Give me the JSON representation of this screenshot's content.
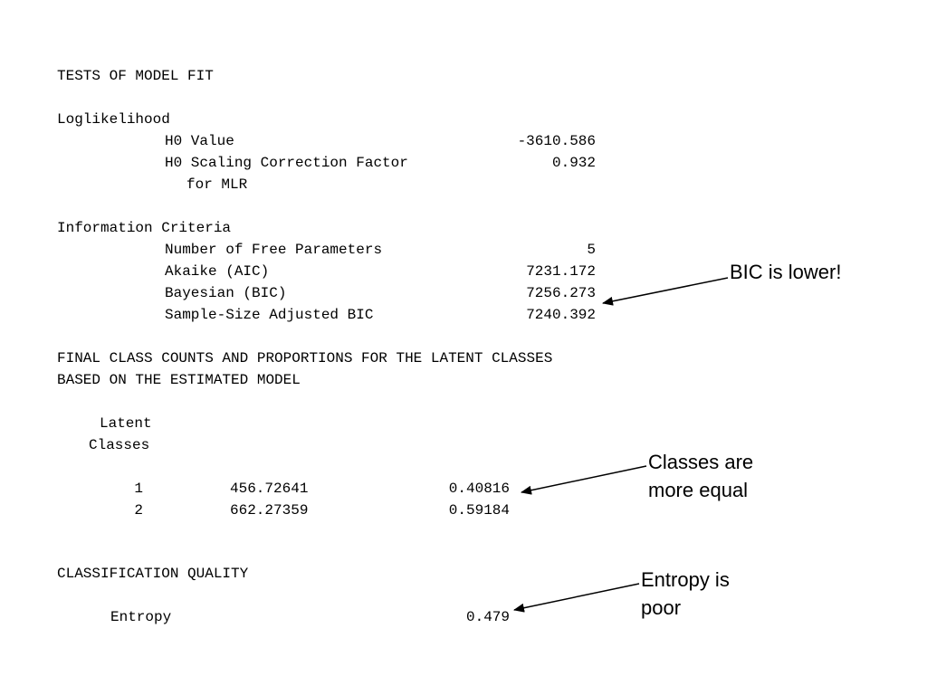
{
  "fit": {
    "heading": "TESTS OF MODEL FIT",
    "loglik": {
      "heading": "Loglikelihood",
      "h0_label": "H0 Value",
      "h0_value": "-3610.586",
      "scaling_label": "H0 Scaling Correction Factor",
      "scaling_label_cont": "for MLR",
      "scaling_value": "0.932"
    },
    "info": {
      "heading": "Information Criteria",
      "params_label": "Number of Free Parameters",
      "params_value": "5",
      "aic_label": "Akaike (AIC)",
      "aic_value": "7231.172",
      "bic_label": "Bayesian (BIC)",
      "bic_value": "7256.273",
      "ssabic_label": "Sample-Size Adjusted BIC",
      "ssabic_value": "7240.392"
    }
  },
  "classes": {
    "heading_line1": "FINAL CLASS COUNTS AND PROPORTIONS FOR THE LATENT CLASSES",
    "heading_line2": "BASED ON THE ESTIMATED MODEL",
    "col_line1": "Latent",
    "col_line2": "Classes",
    "rows": [
      {
        "cls": "1",
        "count": "456.72641",
        "prop": "0.40816"
      },
      {
        "cls": "2",
        "count": "662.27359",
        "prop": "0.59184"
      }
    ]
  },
  "quality": {
    "heading": "CLASSIFICATION QUALITY",
    "entropy_label": "Entropy",
    "entropy_value": "0.479"
  },
  "notes": {
    "bic": "BIC is lower!",
    "classes_line1": "Classes are",
    "classes_line2": "more equal",
    "entropy_line1": "Entropy is",
    "entropy_line2": "poor"
  }
}
